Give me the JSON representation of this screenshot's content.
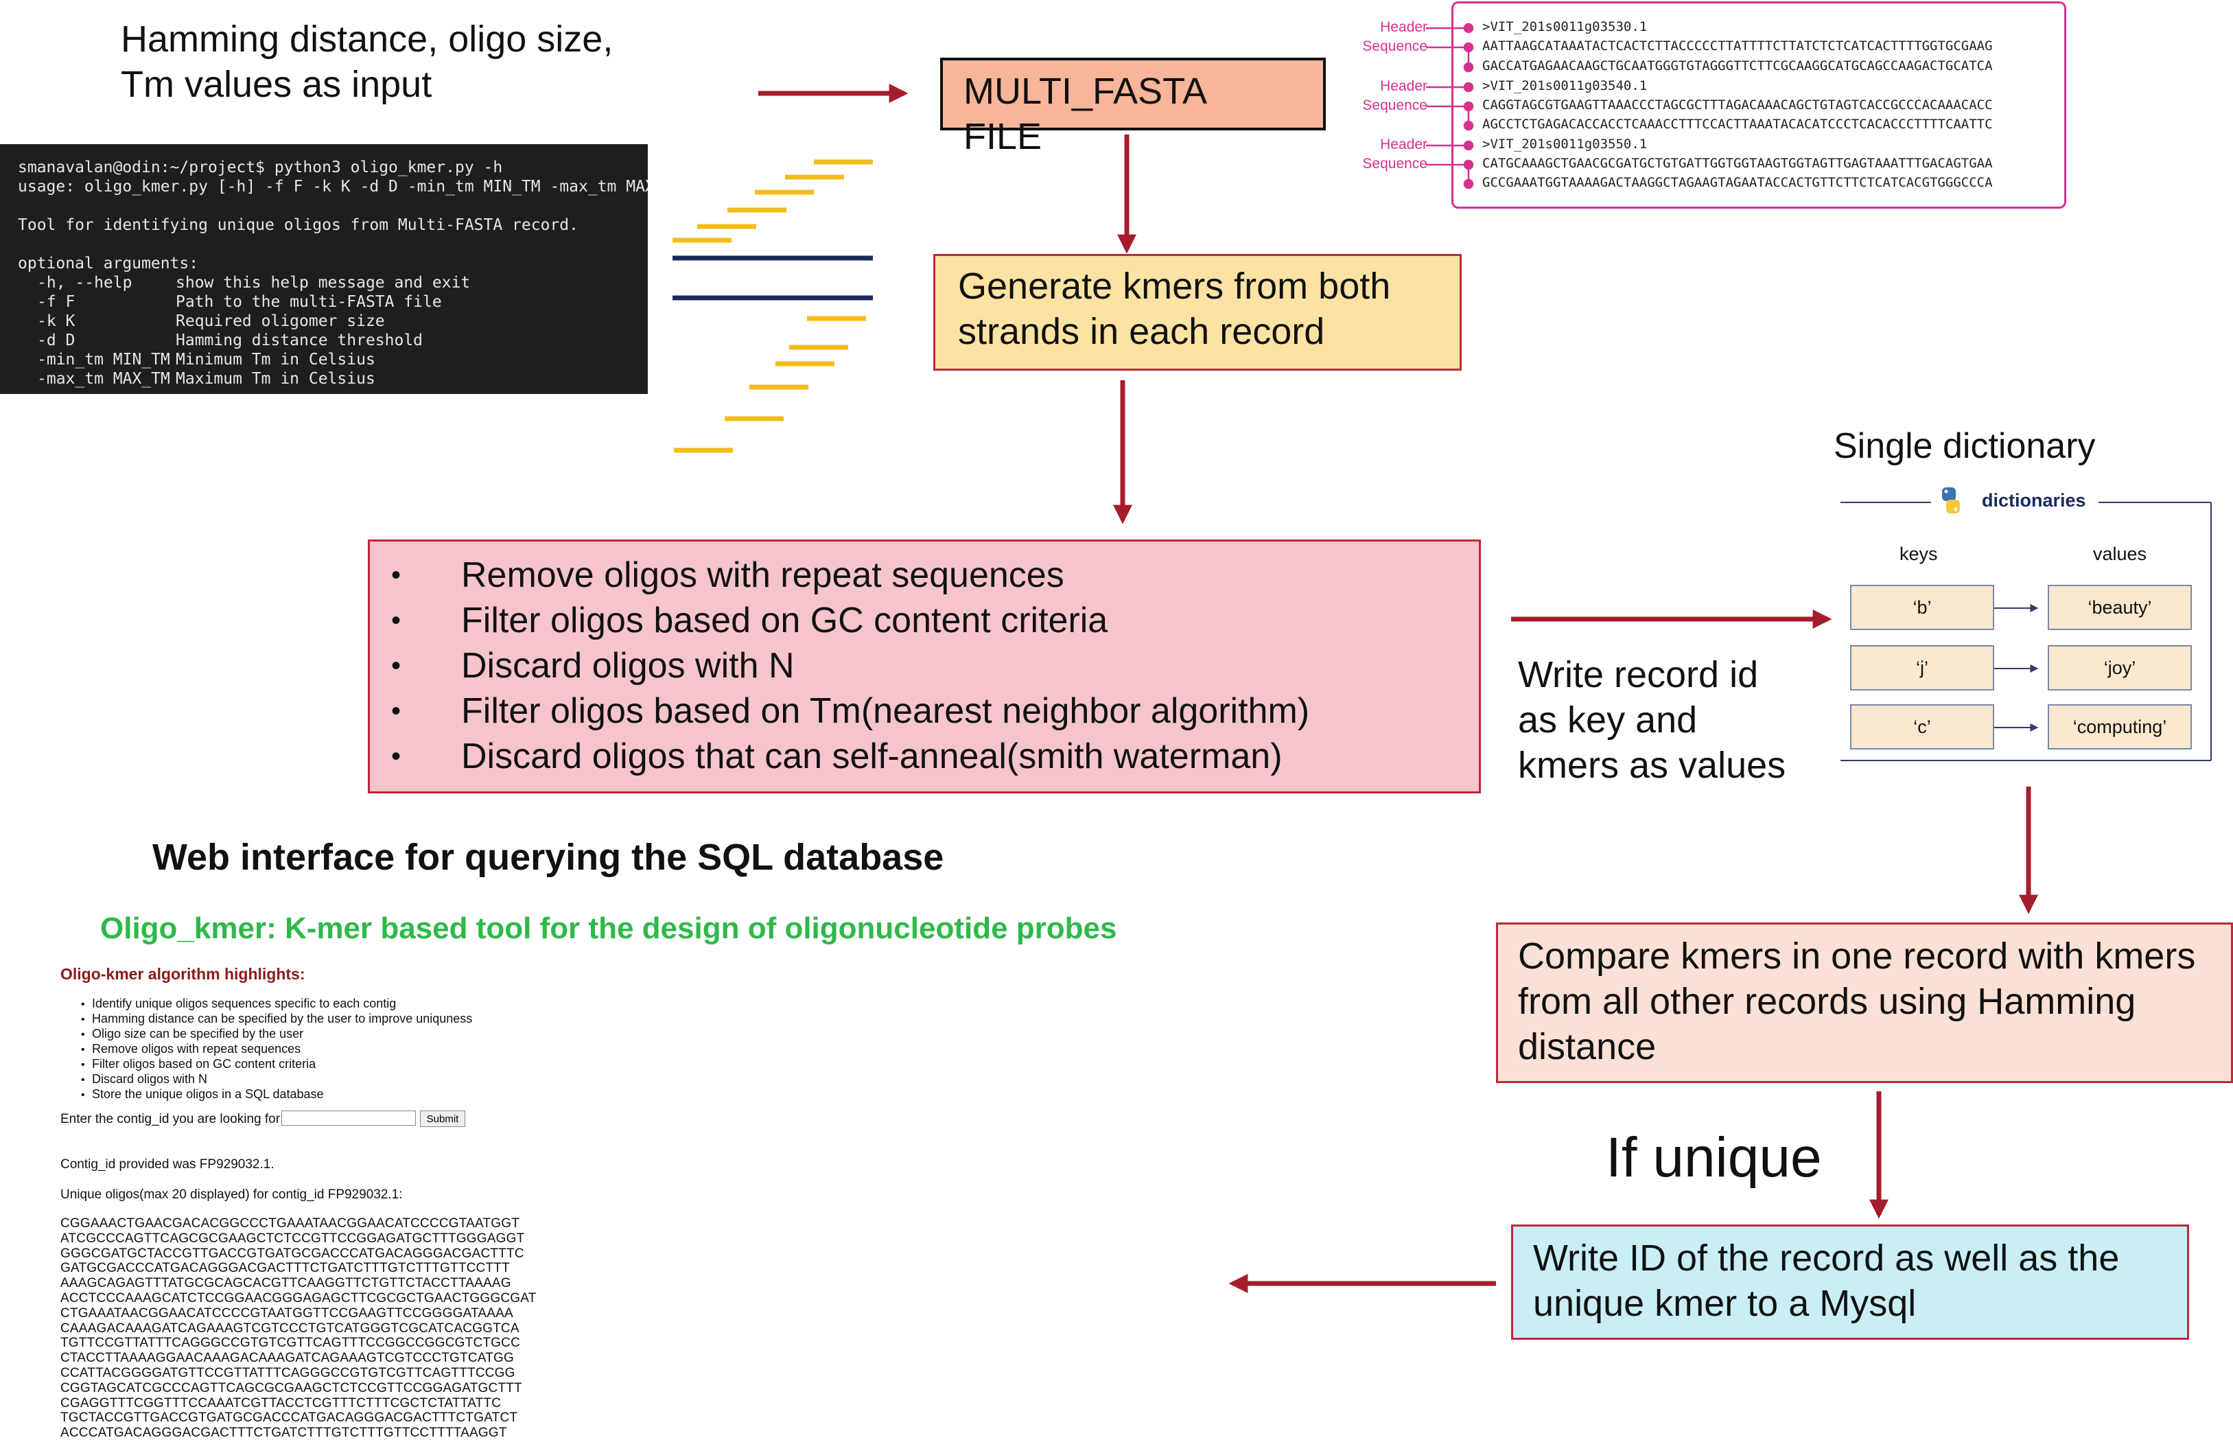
{
  "input_text": [
    "Hamming distance, oligo size,",
    "Tm values as input"
  ],
  "terminal": {
    "prompt": "smanavalan@odin:~/project$ python3 oligo_kmer.py -h",
    "usage": "usage: oligo_kmer.py [-h] -f F -k K -d D -min_tm MIN_TM -max_tm MAX_TM",
    "description": "Tool for identifying unique oligos from Multi-FASTA record.",
    "optional_header": "optional arguments:",
    "args": [
      {
        "flag": "-h, --help",
        "desc": "show this help message and exit"
      },
      {
        "flag": "-f F",
        "desc": "Path to the multi-FASTA file"
      },
      {
        "flag": "-k K",
        "desc": "Required oligomer size"
      },
      {
        "flag": "-d D",
        "desc": "Hamming distance threshold"
      },
      {
        "flag": "-min_tm MIN_TM",
        "desc": "Minimum Tm in Celsius"
      },
      {
        "flag": "-max_tm MAX_TM",
        "desc": "Maximum Tm in Celsius"
      }
    ]
  },
  "multi_fasta": {
    "line1": "MULTI_FASTA",
    "line2": "FILE"
  },
  "fasta": {
    "header_tag": "Header",
    "sequence_tag": "Sequence",
    "records": [
      {
        "header": ">VIT_201s0011g03530.1",
        "seq1": "AATTAAGCATAAATACTCACTCTTACCCCCTTATTTTCTTATCTCTCATCACTTTTGGTGCGAAG",
        "seq2": "GACCATGAGAACAAGCTGCAATGGGTGTAGGGTTCTTCGCAAGGCATGCAGCCAAGACTGCATCA"
      },
      {
        "header": ">VIT_201s0011g03540.1",
        "seq1": "CAGGTAGCGTGAAGTTAAACCCTAGCGCTTTAGACAAACAGCTGTAGTCACCGCCCACAAACACC",
        "seq2": "AGCCTCTGAGACACCACCTCAAACCTTTCCACTTAAATACACATCCCTCACACCCTTTTCAATTC"
      },
      {
        "header": ">VIT_201s0011g03550.1",
        "seq1": "CATGCAAAGCTGAACGCGATGCTGTGATTGGTGGTAAGTGGTAGTTGAGTAAATTTGACAGTGAA",
        "seq2": "GCCGAAATGGTAAAAGACTAAGGCTAGAAGTAGAATACCACTGTTCTTCTCATCACGTGGGCCCA"
      }
    ]
  },
  "generate": [
    "Generate kmers from both",
    "strands in each record"
  ],
  "filters": [
    "Remove oligos with repeat sequences",
    "Filter oligos based on GC content criteria",
    "Discard oligos with N",
    "Filter oligos based on Tm(nearest neighbor algorithm)",
    "Discard oligos that can self-anneal(smith waterman)"
  ],
  "dictionary": {
    "title": "Single dictionary",
    "label": "dictionaries",
    "keys_header": "keys",
    "values_header": "values",
    "pairs": [
      {
        "key": "‘b’",
        "value": "‘beauty’"
      },
      {
        "key": "‘j’",
        "value": "‘joy’"
      },
      {
        "key": "‘c’",
        "value": "‘computing’"
      }
    ]
  },
  "write_record": [
    "Write record id",
    "as key and",
    "kmers as values"
  ],
  "compare": [
    "Compare kmers in one record with kmers",
    "from all other records using Hamming",
    "distance"
  ],
  "if_unique": "If unique",
  "write_mysql": [
    "Write ID of the record as well as the",
    "unique kmer to a Mysql"
  ],
  "web": {
    "section_title": "Web interface for querying the SQL database",
    "app_title": "Oligo_kmer: K-mer based tool for the design of oligonucleotide probes",
    "highlights_title": "Oligo-kmer algorithm highlights:",
    "highlights": [
      "Identify unique oligos sequences specific to each contig",
      "Hamming distance can be specified by the user to improve uniquness",
      "Oligo size can be specified by the user",
      "Remove oligos with repeat sequences",
      "Filter oligos based on GC content criteria",
      "Discard oligos with N",
      "Store the unique oligos in a SQL database"
    ],
    "query_label": "Enter the contig_id you are looking for:",
    "query_value": "",
    "submit_label": "Submit",
    "contig_line": "Contig_id provided was FP929032.1.",
    "unique_line": "Unique oligos(max 20 displayed) for contig_id FP929032.1:",
    "sequences": [
      "CGGAAACTGAACGACACGGCCCTGAAATAACGGAACATCCCCGTAATGGT",
      "ATCGCCCAGTTCAGCGCGAAGCTCTCCGTTCCGGAGATGCTTTGGGAGGT",
      "GGGCGATGCTACCGTTGACCGTGATGCGACCCATGACAGGGACGACTTTC",
      "GATGCGACCCATGACAGGGACGACTTTCTGATCTTTGTCTTTGTTCCTTT",
      "AAAGCAGAGTTTATGCGCAGCACGTTCAAGGTTCTGTTCTACCTTAAAAG",
      "ACCTCCCAAAGCATCTCCGGAACGGGAGAGCTTCGCGCTGAACTGGGCGAT",
      "CTGAAATAACGGAACATCCCCGTAATGGTTCCGAAGTTCCGGGGATAAAA",
      "CAAAGACAAAGATCAGAAAGTCGTCCCTGTCATGGGTCGCATCACGGTCA",
      "TGTTCCGTTATTTCAGGGCCGTGTCGTTCAGTTTCCGGCCGGCGTCTGCC",
      "CTACCTTAAAAGGAACAAAGACAAAGATCAGAAAGTCGTCCCTGTCATGG",
      "CCATTACGGGGATGTTCCGTTATTTCAGGGCCGTGTCGTTCAGTTTCCGG",
      "CGGTAGCATCGCCCAGTTCAGCGCGAAGCTCTCCGTTCCGGAGATGCTTT",
      "CGAGGTTTCGGTTTCCAAATCGTTACCTCGTTTCTTTCGCTCTATTATTC",
      "TGCTACCGTTGACCGTGATGCGACCCATGACAGGGACGACTTTCTGATCT",
      "ACCCATGACAGGGACGACTTTCTGATCTTTGTCTTTGTTCCTTTTAAGGT"
    ]
  },
  "colors": {
    "accent": "#a51d2d",
    "green_title": "#2fb84a",
    "dark_red_title": "#8b1a1a"
  }
}
